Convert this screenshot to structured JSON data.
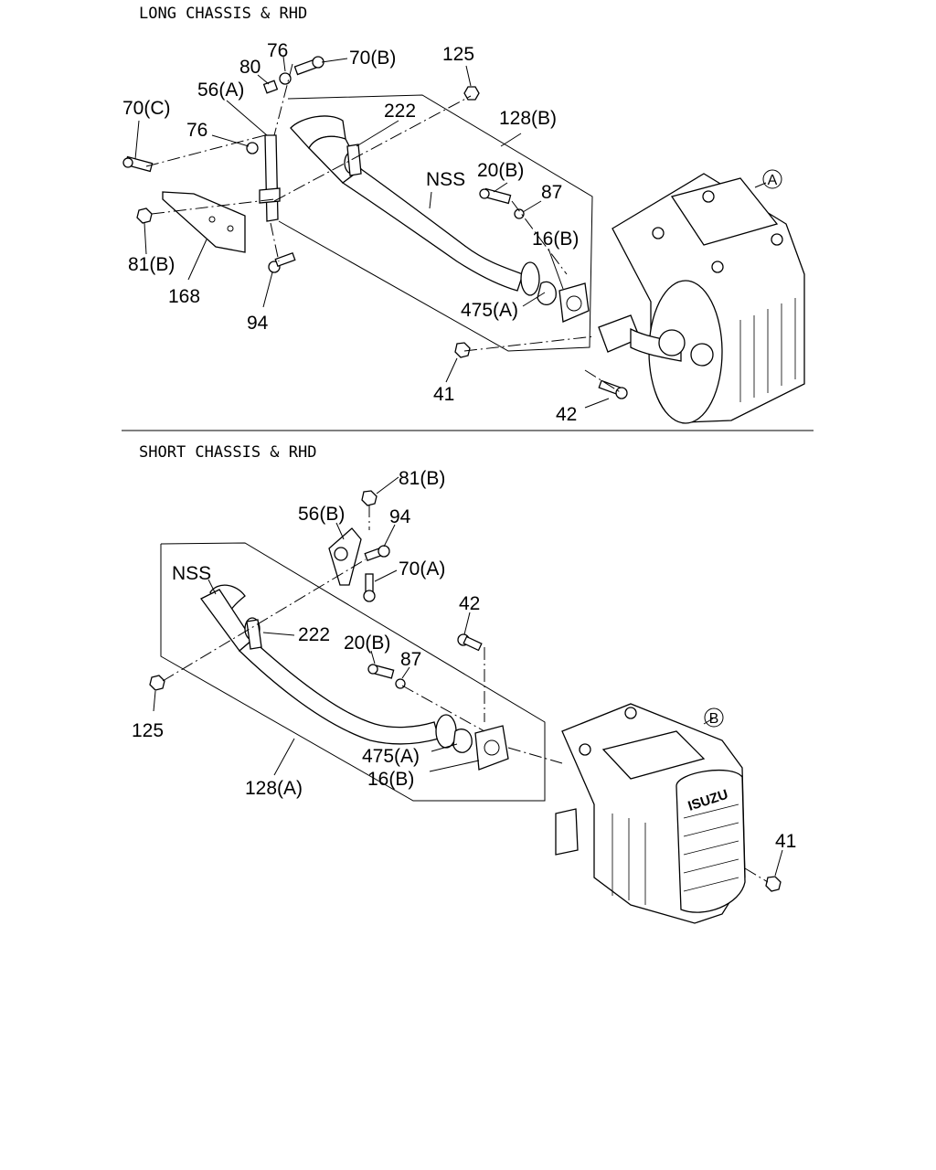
{
  "sections": [
    {
      "title": "LONG CHASSIS & RHD",
      "labels": [
        "76",
        "80",
        "70(B)",
        "125",
        "56(A)",
        "70(C)",
        "222",
        "128(B)",
        "76",
        "NSS",
        "20(B)",
        "87",
        "16(B)",
        "81(B)",
        "168",
        "94",
        "475(A)",
        "41",
        "42"
      ],
      "callout": "A"
    },
    {
      "title": "SHORT CHASSIS & RHD",
      "labels": [
        "81(B)",
        "56(B)",
        "94",
        "70(A)",
        "NSS",
        "42",
        "222",
        "20(B)",
        "87",
        "125",
        "475(A)",
        "16(B)",
        "128(A)",
        "41"
      ],
      "callout": "B"
    }
  ],
  "brand_mark": "ISUZU"
}
